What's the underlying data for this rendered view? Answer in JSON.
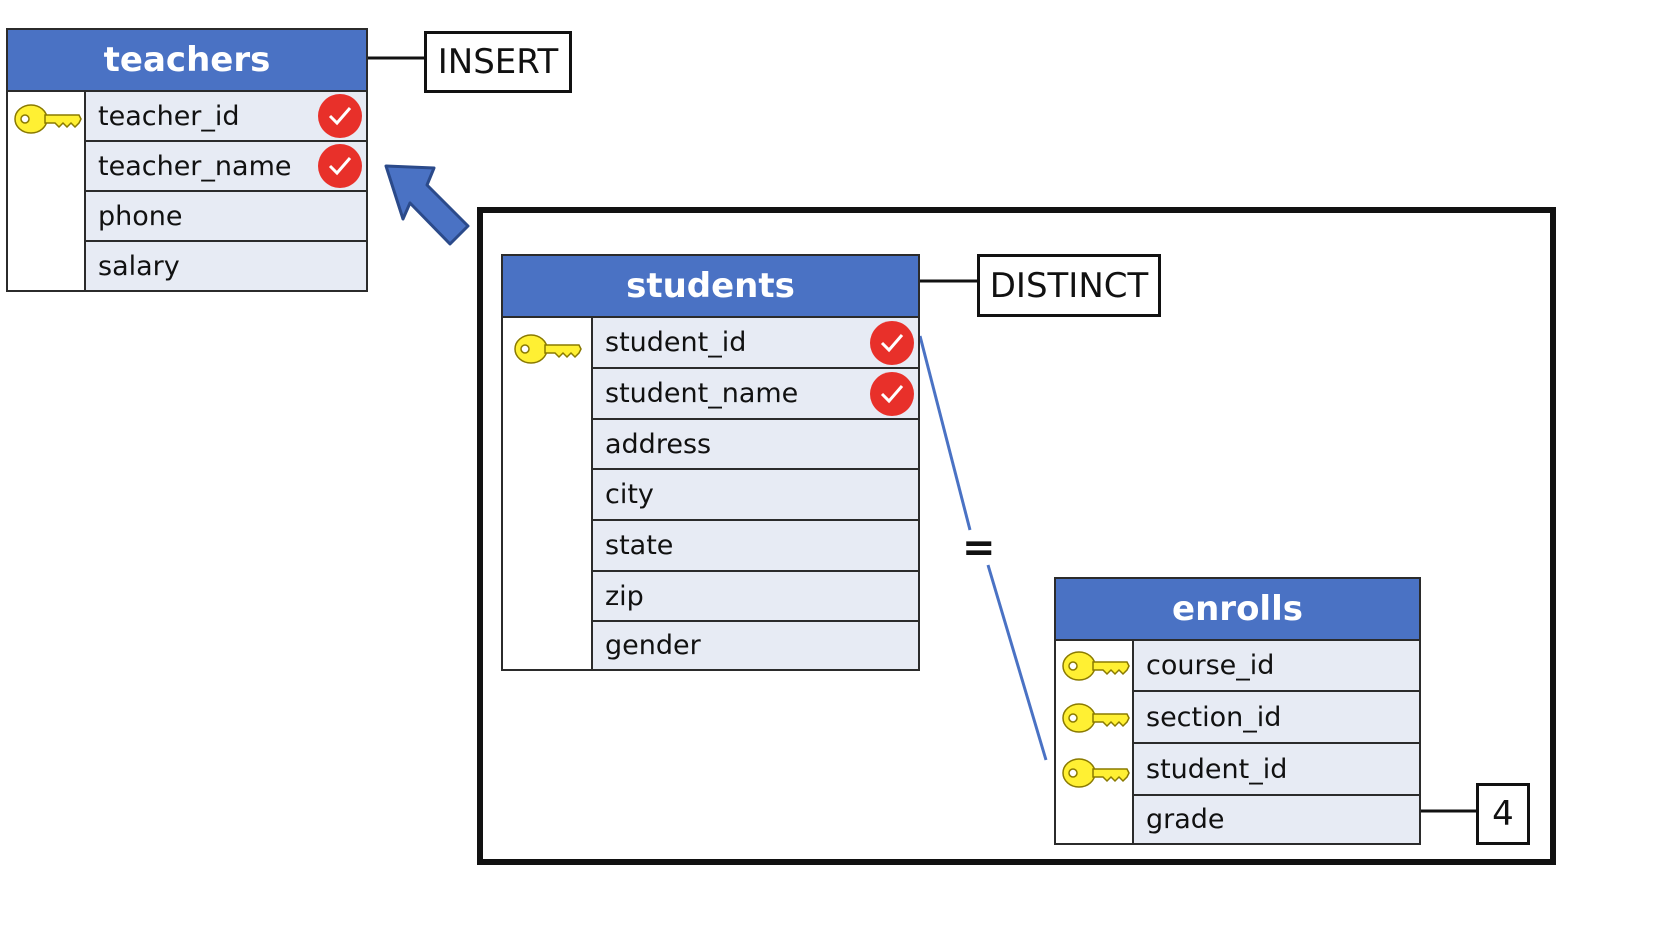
{
  "teachers": {
    "title": "teachers",
    "fields": [
      "teacher_id",
      "teacher_name",
      "phone",
      "salary"
    ]
  },
  "students": {
    "title": "students",
    "fields": [
      "student_id",
      "student_name",
      "address",
      "city",
      "state",
      "zip",
      "gender"
    ]
  },
  "enrolls": {
    "title": "enrolls",
    "fields": [
      "course_id",
      "section_id",
      "student_id",
      "grade"
    ]
  },
  "labels": {
    "insert": "INSERT",
    "distinct": "DISTINCT",
    "limit": "4",
    "join_symbol": "="
  },
  "colors": {
    "header": "#4a72c4",
    "row": "#e7ebf4",
    "check": "#e8302a",
    "key": "#fff033",
    "arrow": "#4a72c4"
  },
  "icons": {
    "primary_key": "key-icon",
    "selected": "checkmark-icon",
    "direction": "arrow-up-left-icon"
  }
}
